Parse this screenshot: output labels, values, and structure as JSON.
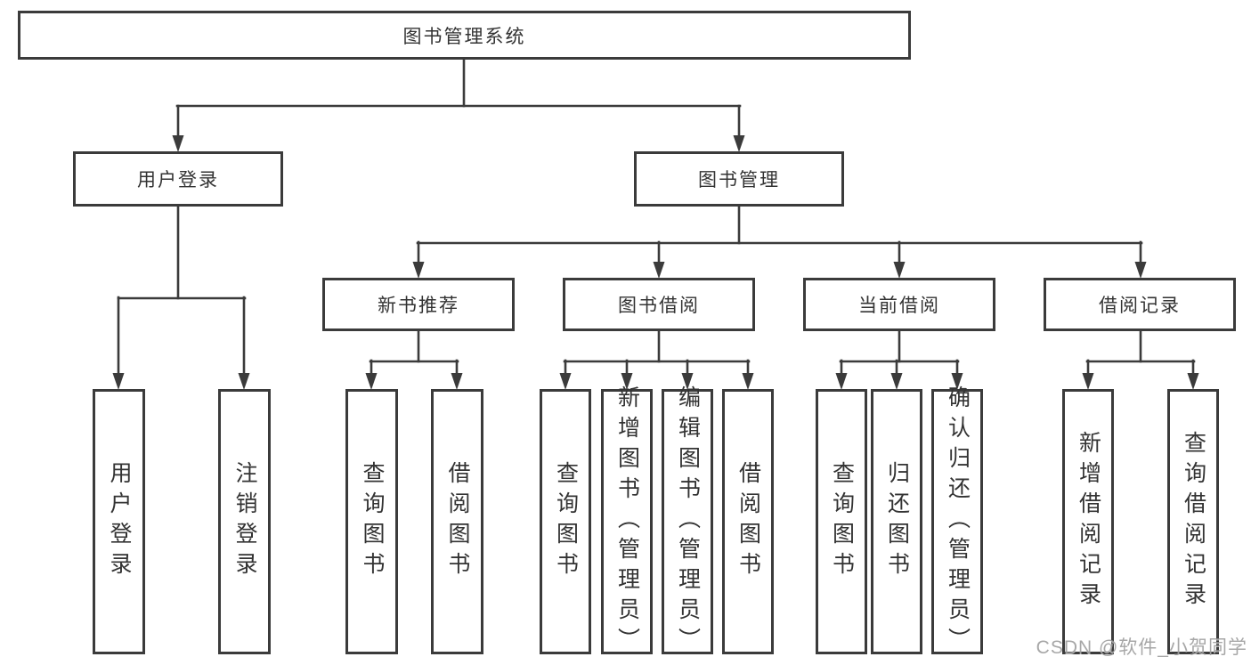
{
  "diagram": {
    "title": "图书管理系统",
    "root": {
      "label": "图书管理系统"
    },
    "branches": [
      {
        "label": "用户登录",
        "children": [
          {
            "label": "用户登录"
          },
          {
            "label": "注销登录"
          }
        ]
      },
      {
        "label": "图书管理",
        "children": [
          {
            "label": "新书推荐",
            "children": [
              {
                "label": "查询图书"
              },
              {
                "label": "借阅图书"
              }
            ]
          },
          {
            "label": "图书借阅",
            "children": [
              {
                "label": "查询图书"
              },
              {
                "label": "新增图书（管理员）"
              },
              {
                "label": "编辑图书（管理员）"
              },
              {
                "label": "借阅图书"
              }
            ]
          },
          {
            "label": "当前借阅",
            "children": [
              {
                "label": "查询图书"
              },
              {
                "label": "归还图书"
              },
              {
                "label": "确认归还（管理员）"
              }
            ]
          },
          {
            "label": "借阅记录",
            "children": [
              {
                "label": "新增借阅记录"
              },
              {
                "label": "查询借阅记录"
              }
            ]
          }
        ]
      }
    ],
    "watermark": "CSDN @软件_小贺同学",
    "colors": {
      "line": "#3b3b3b",
      "box_background": "#ffffff",
      "text": "#333333",
      "watermark": "#949494"
    }
  }
}
